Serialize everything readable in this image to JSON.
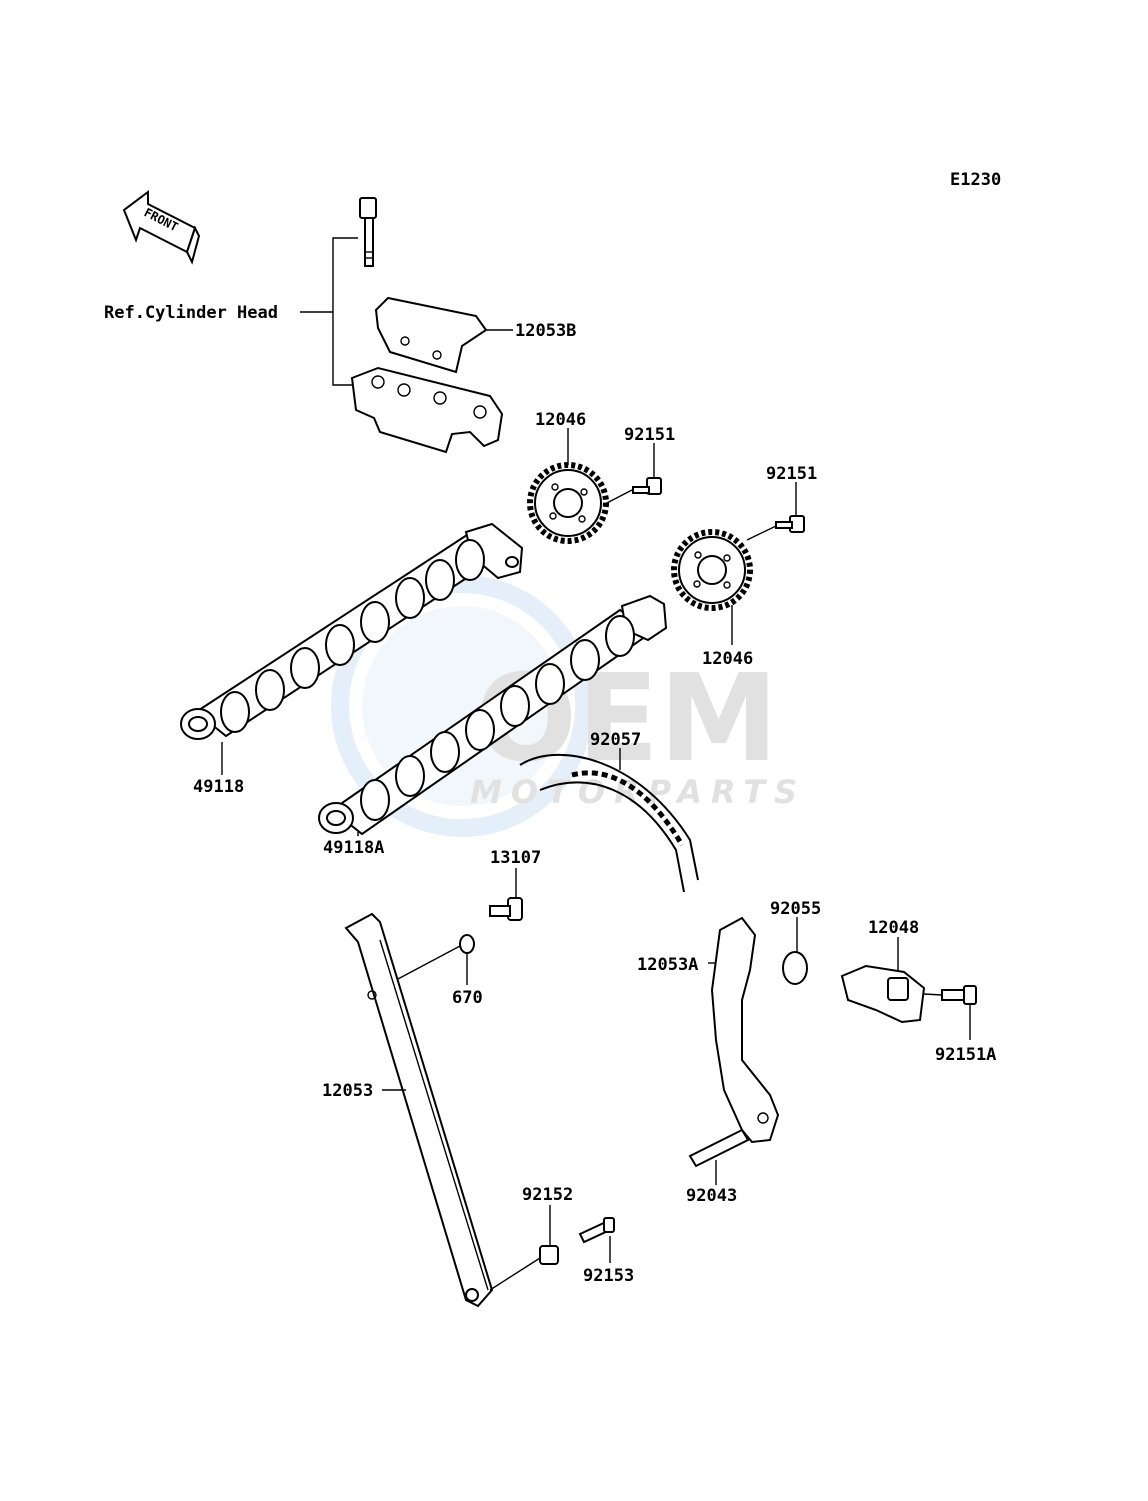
{
  "diagram": {
    "code": "E1230",
    "front_label": "FRONT",
    "reference_label": "Ref.Cylinder Head",
    "watermark": {
      "brand": "OEM",
      "sub": "MOTORPARTS"
    }
  },
  "parts": {
    "p12053B": "12053B",
    "p12046_top": "12046",
    "p92151_top": "92151",
    "p92151_right": "92151",
    "p12046_right": "12046",
    "p49118": "49118",
    "p49118A": "49118A",
    "p92057": "92057",
    "p13107": "13107",
    "p670": "670",
    "p92055": "92055",
    "p12048": "12048",
    "p12053A": "12053A",
    "p92151A": "92151A",
    "p12053": "12053",
    "p92043": "92043",
    "p92152": "92152",
    "p92153": "92153"
  }
}
